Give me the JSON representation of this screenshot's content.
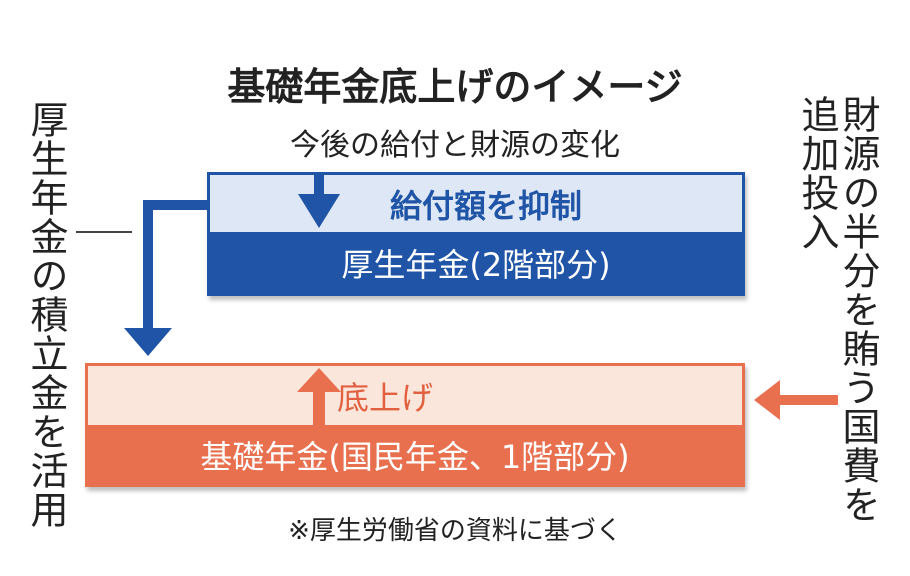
{
  "title": "基礎年金底上げのイメージ",
  "subtitle": "今後の給付と財源の変化",
  "left_label": "厚生年金の積立金を活用",
  "right_label_1": "財源の半分を賄う国費を",
  "right_label_2": "追加投入",
  "upper_box": {
    "action": "給付額を抑制",
    "name": "厚生年金(2階部分)"
  },
  "lower_box": {
    "action": "底上げ",
    "name": "基礎年金(国民年金、1階部分)"
  },
  "note": "※厚生労働省の資料に基づく",
  "colors": {
    "blue": "#1f54a6",
    "blue_light": "#dde7f5",
    "orange": "#e8704f",
    "orange_light": "#fbe6dc"
  }
}
